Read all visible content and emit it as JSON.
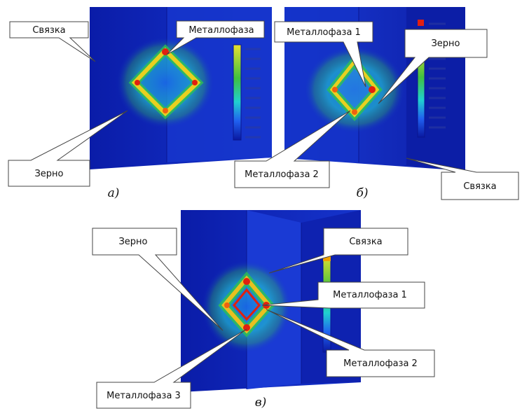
{
  "colors": {
    "background_deep": "#0d1fa8",
    "background_mid": "#1430c8",
    "label_box_fill": "#ffffff",
    "label_box_stroke": "#444444",
    "scale_colors": [
      "#e02010",
      "#f0a000",
      "#e8e030",
      "#30c050",
      "#20d0d0",
      "#2060f0",
      "#0a18a0"
    ]
  },
  "panels": {
    "a": {
      "letter": "а)",
      "labels": {
        "binder": "Связка",
        "metal_phase": "Металлофаза",
        "grain": "Зерно"
      }
    },
    "b": {
      "letter": "б)",
      "labels": {
        "metal_phase_1": "Металлофаза 1",
        "grain": "Зерно",
        "metal_phase_2": "Металлофаза 2",
        "binder": "Связка"
      }
    },
    "c": {
      "letter": "в)",
      "labels": {
        "grain": "Зерно",
        "binder": "Связка",
        "metal_phase_1": "Металлофаза 1",
        "metal_phase_2": "Металлофаза 2",
        "metal_phase_3": "Металлофаза 3"
      }
    }
  }
}
